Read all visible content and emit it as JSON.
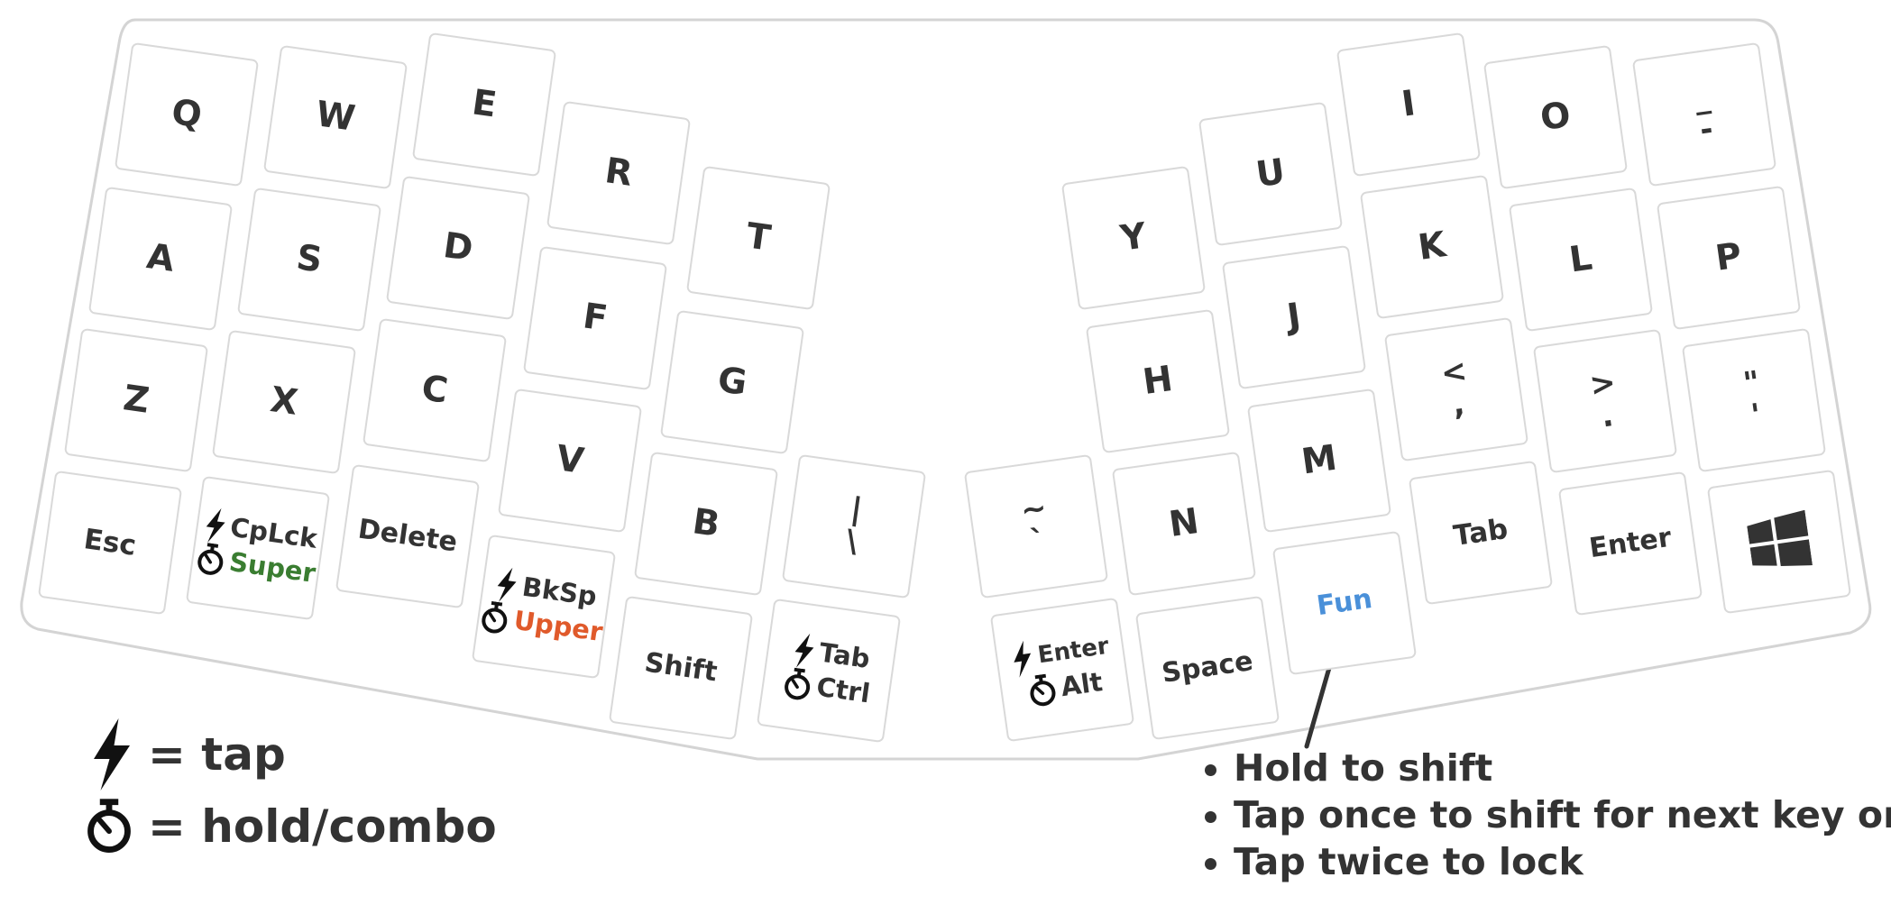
{
  "colors": {
    "outline": "#d4d4d4",
    "key_border": "#d9d9d9",
    "text": "#333333",
    "super": "#3a7d31",
    "upper": "#e05a2b",
    "fun": "#4a90d9"
  },
  "left_half": {
    "row1": [
      "Q",
      "W",
      "E",
      "R",
      "T"
    ],
    "row2": [
      "A",
      "S",
      "D",
      "F",
      "G"
    ],
    "row3": [
      "Z",
      "X",
      "C",
      "V",
      "B",
      "|",
      "\\"
    ],
    "row4": {
      "esc": "Esc",
      "cplck": {
        "tap": "CpLck",
        "hold": "Super"
      },
      "delete": "Delete",
      "bksp": {
        "tap": "BkSp",
        "hold": "Upper"
      },
      "shift": "Shift",
      "tab": {
        "tap": "Tab",
        "hold": "Ctrl"
      }
    }
  },
  "right_half": {
    "row1": [
      "Y",
      "U",
      "I",
      "O",
      "_",
      "-"
    ],
    "row2": [
      "H",
      "J",
      "K",
      "L",
      "P"
    ],
    "row3": [
      "~",
      "`",
      "N",
      "M",
      "<",
      ",",
      ">",
      ".",
      "\"",
      "'"
    ],
    "row4": {
      "enter_alt": {
        "tap": "Enter",
        "hold": "Alt"
      },
      "space": "Space",
      "fun": "Fun",
      "tab": "Tab",
      "enter": "Enter",
      "windows": "windows-icon"
    }
  },
  "legend": {
    "tap": "= tap",
    "hold": "= hold/combo"
  },
  "fun_notes": [
    "Hold to shift",
    "Tap once to shift for next key only",
    "Tap twice to lock"
  ]
}
